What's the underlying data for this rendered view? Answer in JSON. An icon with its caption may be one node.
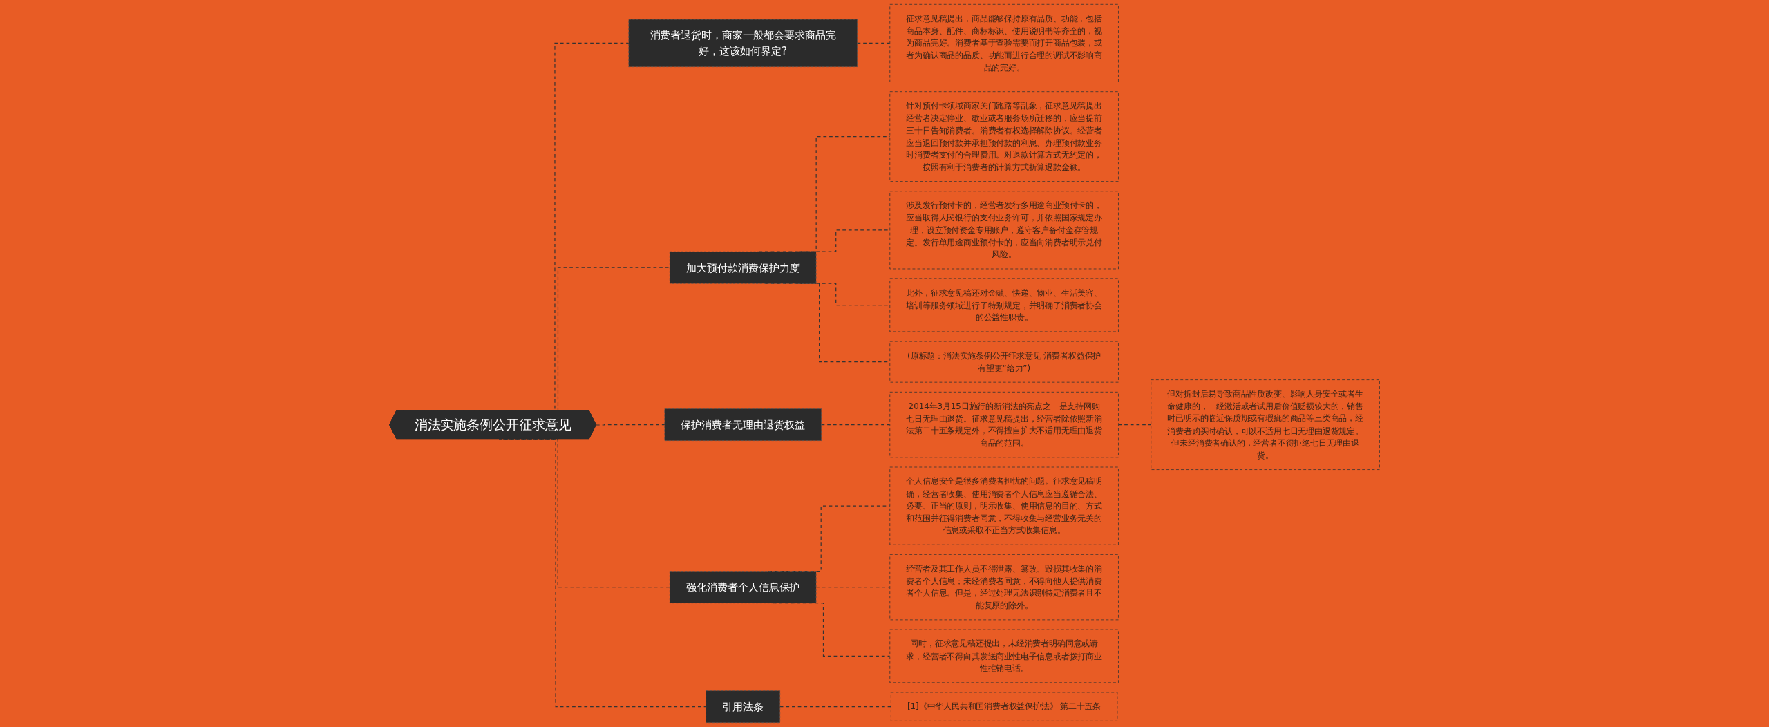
{
  "diagram": {
    "nodes": [
      {
        "text": [
          "消法实施条例公开征求意见"
        ]
      },
      {
        "text": [
          "消费者退货时，商家一般都会要求商品完好，这该如何界定?"
        ]
      },
      {
        "text": [
          "征求意见稿提出，商品能够保持原有品质、功能，包括商品本身、配件、商标标识、使用说明书等齐全的，视为商品完好。消费者基于查验需要而打开商品包装，或者为确认商品的品质、功能而进行合理的调试不影响商品的完好。"
        ]
      },
      {
        "text": [
          "加大预付款消费保护力度"
        ]
      },
      {
        "text": [
          "针对预付卡领域商家关门跑路等乱象，征求意见稿提出经营者决定停业、歇业或者服务场所迁移的，应当提前三十日告知消费者。消费者有权选择解除协议。经营者应当退回预付款并承担预付款的利息、办理预付款业务时消费者支付的合理费用。对退款计算方式无约定的，按照有利于消费者的计算方式折算退款金额。"
        ]
      },
      {
        "text": [
          "涉及发行预付卡的，经营者发行多用途商业预付卡的，应当取得人民银行的支付业务许可，并依照国家规定办理，设立预付资金专用账户，遵守客户备付金存管规定。发行单用途商业预付卡的，应当向消费者明示兑付风险。"
        ]
      },
      {
        "text": [
          "此外，征求意见稿还对金融、快递、物业、生活美容、培训等服务领域进行了特别规定，并明确了消费者协会的公益性职责。"
        ]
      },
      {
        "text": [
          "(原标题：消法实施条例公开征求意见 消费者权益保护有望更“给力”)"
        ]
      },
      {
        "text": [
          "保护消费者无理由退货权益"
        ]
      },
      {
        "text": [
          "2014年3月15日施行的新消法的亮点之一是支持网购七日无理由退货。征求意见稿提出，经营者除依照新消法第二十五条规定外，不得擅自扩大不适用无理由退货商品的范围。"
        ]
      },
      {
        "text": [
          "但对拆封后易导致商品性质改变、影响人身安全或者生命健康的，一经激活或者试用后价值贬损较大的，销售时已明示的临近保质期或有瑕疵的商品等三类商品，经消费者购买时确认，可以不适用七日无理由退货规定。但未经消费者确认的，经营者不得拒绝七日无理由退货。"
        ]
      },
      {
        "text": [
          "强化消费者个人信息保护"
        ]
      },
      {
        "text": [
          "个人信息安全是很多消费者担忧的问题。征求意见稿明确，经营者收集、使用消费者个人信息应当遵循合法、必要、正当的原则，明示收集、使用信息的目的、方式和范围并征得消费者同意，不得收集与经营业务无关的信息或采取不正当方式收集信息。"
        ]
      },
      {
        "text": [
          "经营者及其工作人员不得泄露、篡改、毁损其收集的消费者个人信息；未经消费者同意，不得向他人提供消费者个人信息。但是，经过处理无法识别特定消费者且不能复原的除外。"
        ]
      },
      {
        "text": [
          "同时，征求意见稿还提出，未经消费者明确同意或请求，经营者不得向其发送商业性电子信息或者拨打商业性推销电话。"
        ]
      },
      {
        "text": [
          "引用法条"
        ]
      },
      {
        "text": [
          "[1]《中华人民共和国消费者权益保护法》 第二十五条"
        ]
      }
    ],
    "edges": [
      {
        "from": 0,
        "to": 1,
        "arrow": "none",
        "style": "dashed"
      },
      {
        "from": 1,
        "to": 2,
        "arrow": "none",
        "style": "dashed"
      },
      {
        "from": 0,
        "to": 3,
        "arrow": "none",
        "style": "dashed"
      },
      {
        "from": 3,
        "to": 4,
        "arrow": "none",
        "style": "dashed"
      },
      {
        "from": 3,
        "to": 5,
        "arrow": "none",
        "style": "dashed"
      },
      {
        "from": 3,
        "to": 6,
        "arrow": "none",
        "style": "dashed"
      },
      {
        "from": 3,
        "to": 7,
        "arrow": "none",
        "style": "dashed"
      },
      {
        "from": 0,
        "to": 8,
        "arrow": "none",
        "style": "dashed"
      },
      {
        "from": 8,
        "to": 9,
        "arrow": "none",
        "style": "dashed"
      },
      {
        "from": 9,
        "to": 10,
        "arrow": "none",
        "style": "dashed"
      },
      {
        "from": 0,
        "to": 11,
        "arrow": "none",
        "style": "dashed"
      },
      {
        "from": 11,
        "to": 12,
        "arrow": "none",
        "style": "dashed"
      },
      {
        "from": 11,
        "to": 13,
        "arrow": "none",
        "style": "dashed"
      },
      {
        "from": 11,
        "to": 14,
        "arrow": "none",
        "style": "dashed"
      },
      {
        "from": 0,
        "to": 15,
        "arrow": "none",
        "style": "dashed"
      },
      {
        "from": 15,
        "to": 16,
        "arrow": "none",
        "style": "dashed"
      }
    ]
  }
}
